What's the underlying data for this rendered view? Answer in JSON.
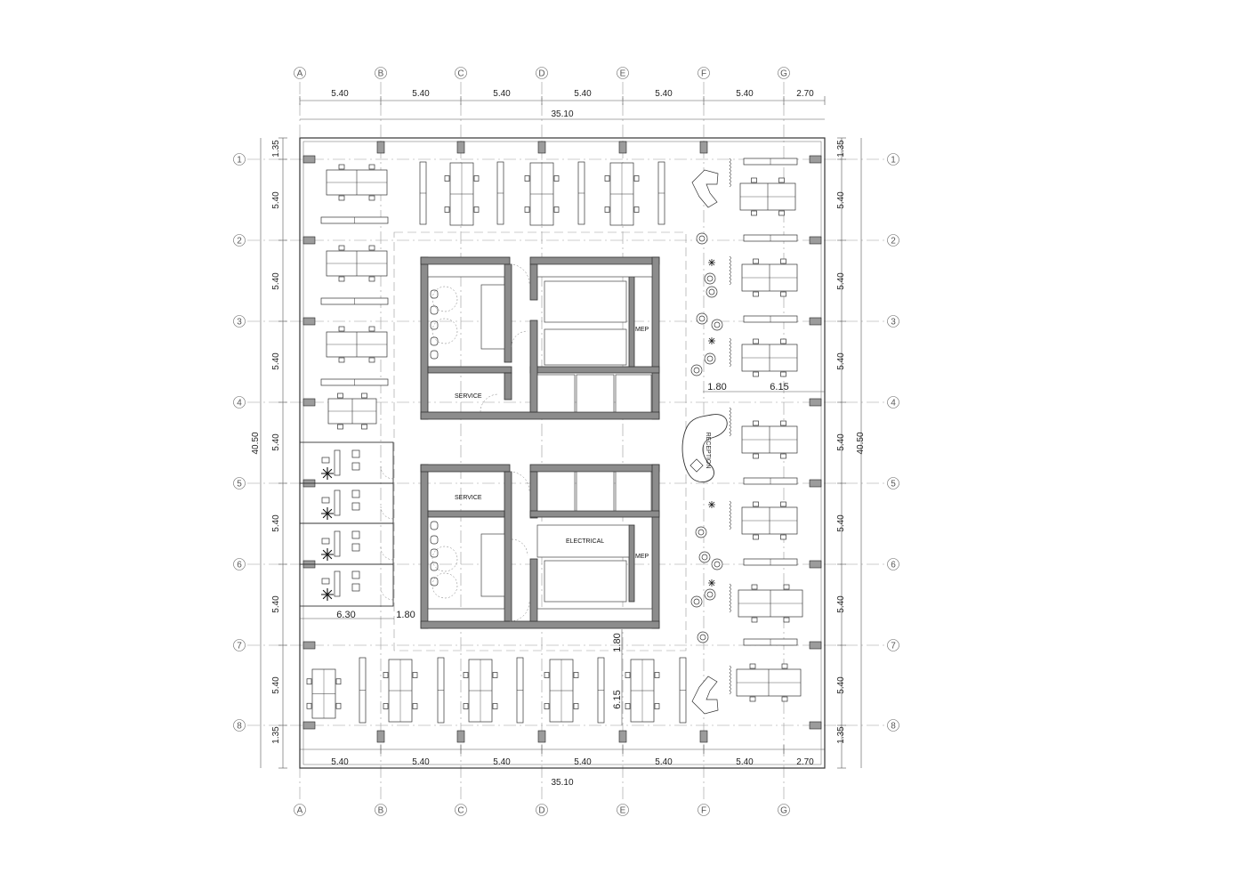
{
  "grid_columns": [
    {
      "label": "A"
    },
    {
      "label": "B"
    },
    {
      "label": "C"
    },
    {
      "label": "D"
    },
    {
      "label": "E"
    },
    {
      "label": "F"
    },
    {
      "label": "G"
    }
  ],
  "grid_rows": [
    {
      "label": "1"
    },
    {
      "label": "2"
    },
    {
      "label": "3"
    },
    {
      "label": "4"
    },
    {
      "label": "5"
    },
    {
      "label": "6"
    },
    {
      "label": "7"
    },
    {
      "label": "8"
    }
  ],
  "dimensions": {
    "column_bays": [
      "5.40",
      "5.40",
      "5.40",
      "5.40",
      "5.40",
      "5.40",
      "2.70"
    ],
    "total_width": "35.10",
    "row_bays": [
      "1.35",
      "5.40",
      "5.40",
      "5.40",
      "5.40",
      "5.40",
      "5.40",
      "5.40",
      "1.35"
    ],
    "total_depth": "40.50",
    "office_width": "6.30",
    "corridor_west": "1.80",
    "corridor_south": "1.80",
    "core_setback_south": "6.15",
    "corridor_east": "1.80",
    "east_zone_depth": "6.15"
  },
  "rooms": {
    "service_north": "SERVICE",
    "service_south": "SERVICE",
    "mep_north": "MEP",
    "mep_south": "MEP",
    "electrical": "ELECTRICAL",
    "reception": "RECEPTION"
  },
  "colors": {
    "wall": "#8c8c8c",
    "line": "#333333",
    "grid": "#9a9a9a"
  }
}
